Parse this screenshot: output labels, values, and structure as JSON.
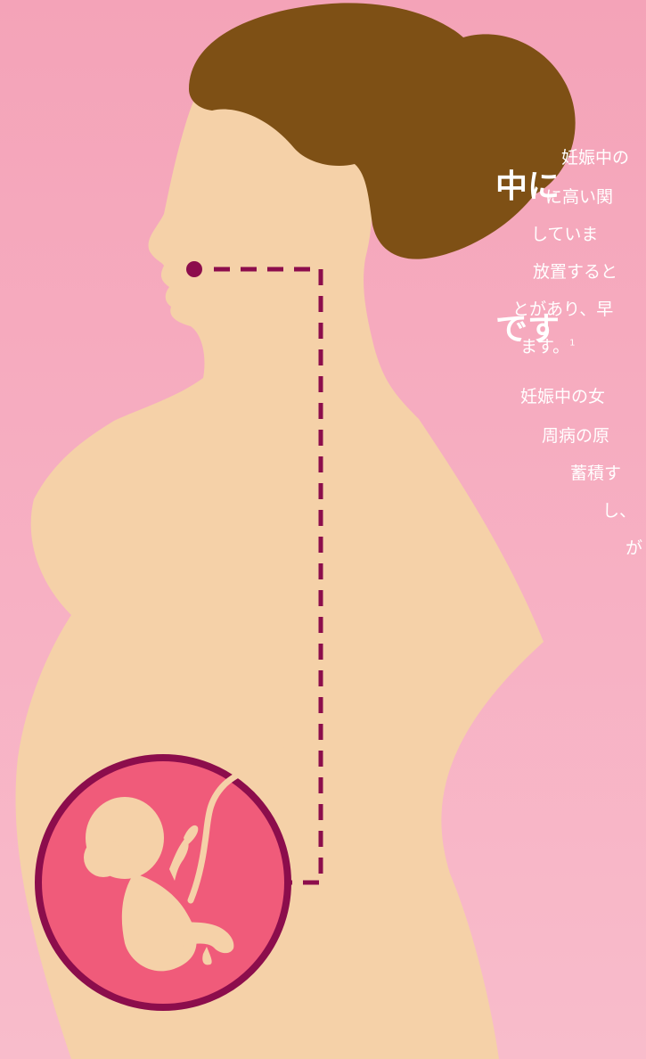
{
  "headline": {
    "lines": [
      "中に",
      "です"
    ]
  },
  "paragraph_1": {
    "lines": [
      "妊娠中の",
      "に高い関",
      "していま",
      "放置すると",
      "とがあり、早",
      "ます。"
    ],
    "footnote": "1"
  },
  "paragraph_2": {
    "lines": [
      "妊娠中の女",
      "周病の原",
      "蓄積す",
      "し、",
      "が",
      ""
    ]
  },
  "colors": {
    "background": "#f4a3b8",
    "skin": "#f5d1a8",
    "hair": "#7e5015",
    "womb_circle": "#f05b7a",
    "womb_border": "#8c0d4c",
    "dashed_line": "#8c0d4c",
    "fetus": "#f5d1a8",
    "text": "#ffffff"
  }
}
